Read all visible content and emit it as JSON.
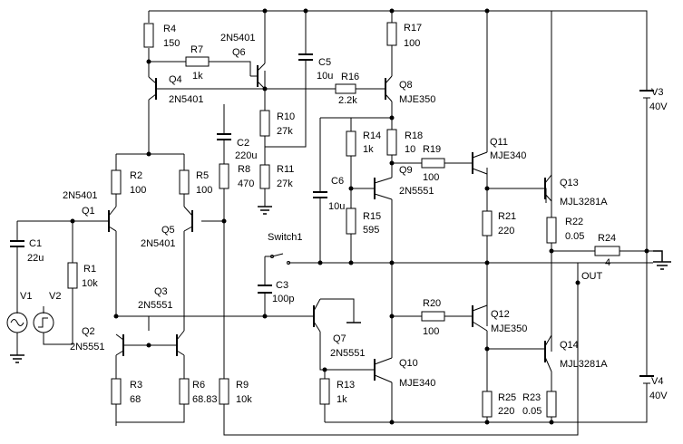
{
  "components": {
    "R1": {
      "ref": "R1",
      "value": "10k"
    },
    "R2": {
      "ref": "R2",
      "value": "100"
    },
    "R3": {
      "ref": "R3",
      "value": "68"
    },
    "R4": {
      "ref": "R4",
      "value": "150"
    },
    "R5": {
      "ref": "R5",
      "value": "100"
    },
    "R6": {
      "ref": "R6",
      "value": "68.83"
    },
    "R7": {
      "ref": "R7",
      "value": "1k"
    },
    "R8": {
      "ref": "R8",
      "value": "470"
    },
    "R9": {
      "ref": "R9",
      "value": "10k"
    },
    "R10": {
      "ref": "R10",
      "value": "27k"
    },
    "R11": {
      "ref": "R11",
      "value": "27k"
    },
    "R13": {
      "ref": "R13",
      "value": "1k"
    },
    "R14": {
      "ref": "R14",
      "value": "1k"
    },
    "R15": {
      "ref": "R15",
      "value": "595"
    },
    "R16": {
      "ref": "R16",
      "value": "2.2k"
    },
    "R17": {
      "ref": "R17",
      "value": "100"
    },
    "R18": {
      "ref": "R18",
      "value": "10"
    },
    "R19": {
      "ref": "R19",
      "value": "100"
    },
    "R20": {
      "ref": "R20",
      "value": "100"
    },
    "R21": {
      "ref": "R21",
      "value": "220"
    },
    "R22": {
      "ref": "R22",
      "value": "0.05"
    },
    "R23": {
      "ref": "R23",
      "value": "0.05"
    },
    "R24": {
      "ref": "R24",
      "value": "4"
    },
    "R25": {
      "ref": "R25",
      "value": "220"
    },
    "C1": {
      "ref": "C1",
      "value": "22u"
    },
    "C2": {
      "ref": "C2",
      "value": "220u"
    },
    "C3": {
      "ref": "C3",
      "value": "100p"
    },
    "C5": {
      "ref": "C5",
      "value": "10u"
    },
    "C6": {
      "ref": "C6",
      "value": "10u"
    },
    "Q1": {
      "ref": "Q1",
      "value": "2N5401"
    },
    "Q2": {
      "ref": "Q2",
      "value": "2N5551"
    },
    "Q3": {
      "ref": "Q3",
      "value": "2N5551"
    },
    "Q4": {
      "ref": "Q4",
      "value": "2N5401"
    },
    "Q5": {
      "ref": "Q5",
      "value": "2N5401"
    },
    "Q6": {
      "ref": "Q6",
      "value": "2N5401"
    },
    "Q7": {
      "ref": "Q7",
      "value": "2N5551"
    },
    "Q8": {
      "ref": "Q8",
      "value": "MJE350"
    },
    "Q9": {
      "ref": "Q9",
      "value": "2N5551"
    },
    "Q10": {
      "ref": "Q10",
      "value": "MJE340"
    },
    "Q11": {
      "ref": "Q11",
      "value": "MJE340"
    },
    "Q12": {
      "ref": "Q12",
      "value": "MJE350"
    },
    "Q13": {
      "ref": "Q13",
      "value": "MJL3281A"
    },
    "Q14": {
      "ref": "Q14",
      "value": "MJL3281A"
    },
    "V1": {
      "ref": "V1"
    },
    "V2": {
      "ref": "V2"
    },
    "V3": {
      "ref": "V3",
      "value": "40V"
    },
    "V4": {
      "ref": "V4",
      "value": "40V"
    },
    "SW1": {
      "ref": "Switch1"
    },
    "OUT": {
      "ref": "OUT"
    }
  }
}
